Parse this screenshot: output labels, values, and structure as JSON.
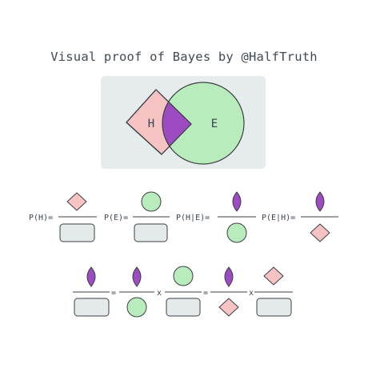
{
  "title": "Visual proof of Bayes by @HalfTruth",
  "venn": {
    "label_h": "H",
    "label_e": "E"
  },
  "equations": {
    "p_h": "P(H)=",
    "p_e": "P(E)=",
    "p_h_given_e": "P(H|E)=",
    "p_e_given_h": "P(E|H)="
  },
  "proof_row": {
    "equals_1": "=",
    "times_1": "x",
    "equals_2": "=",
    "times_2": "x"
  },
  "colors": {
    "background": "#ffffff",
    "panel": "#e6ebeb",
    "hypothesis_pink": "#f6c3c3",
    "evidence_green": "#b9ecbd",
    "intersection_purple": "#9c4cc0",
    "universe_box": "#e4e9ea",
    "outline": "#3c3f45",
    "text": "#3a4650"
  },
  "icons": [
    "diamond-h-icon",
    "circle-e-icon",
    "lens-intersection-icon",
    "rounded-box-universe-icon"
  ]
}
